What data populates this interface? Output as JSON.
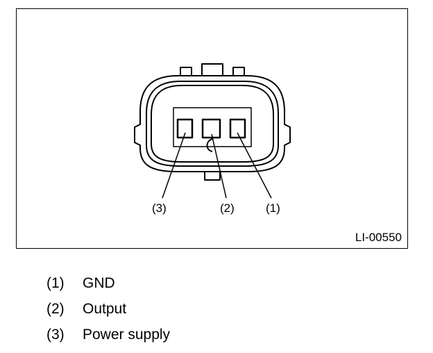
{
  "callouts": {
    "pin1": "(1)",
    "pin2": "(2)",
    "pin3": "(3)"
  },
  "figure_code": "LI-00550",
  "legend": [
    {
      "num": "(1)",
      "label": "GND"
    },
    {
      "num": "(2)",
      "label": "Output"
    },
    {
      "num": "(3)",
      "label": "Power supply"
    }
  ]
}
